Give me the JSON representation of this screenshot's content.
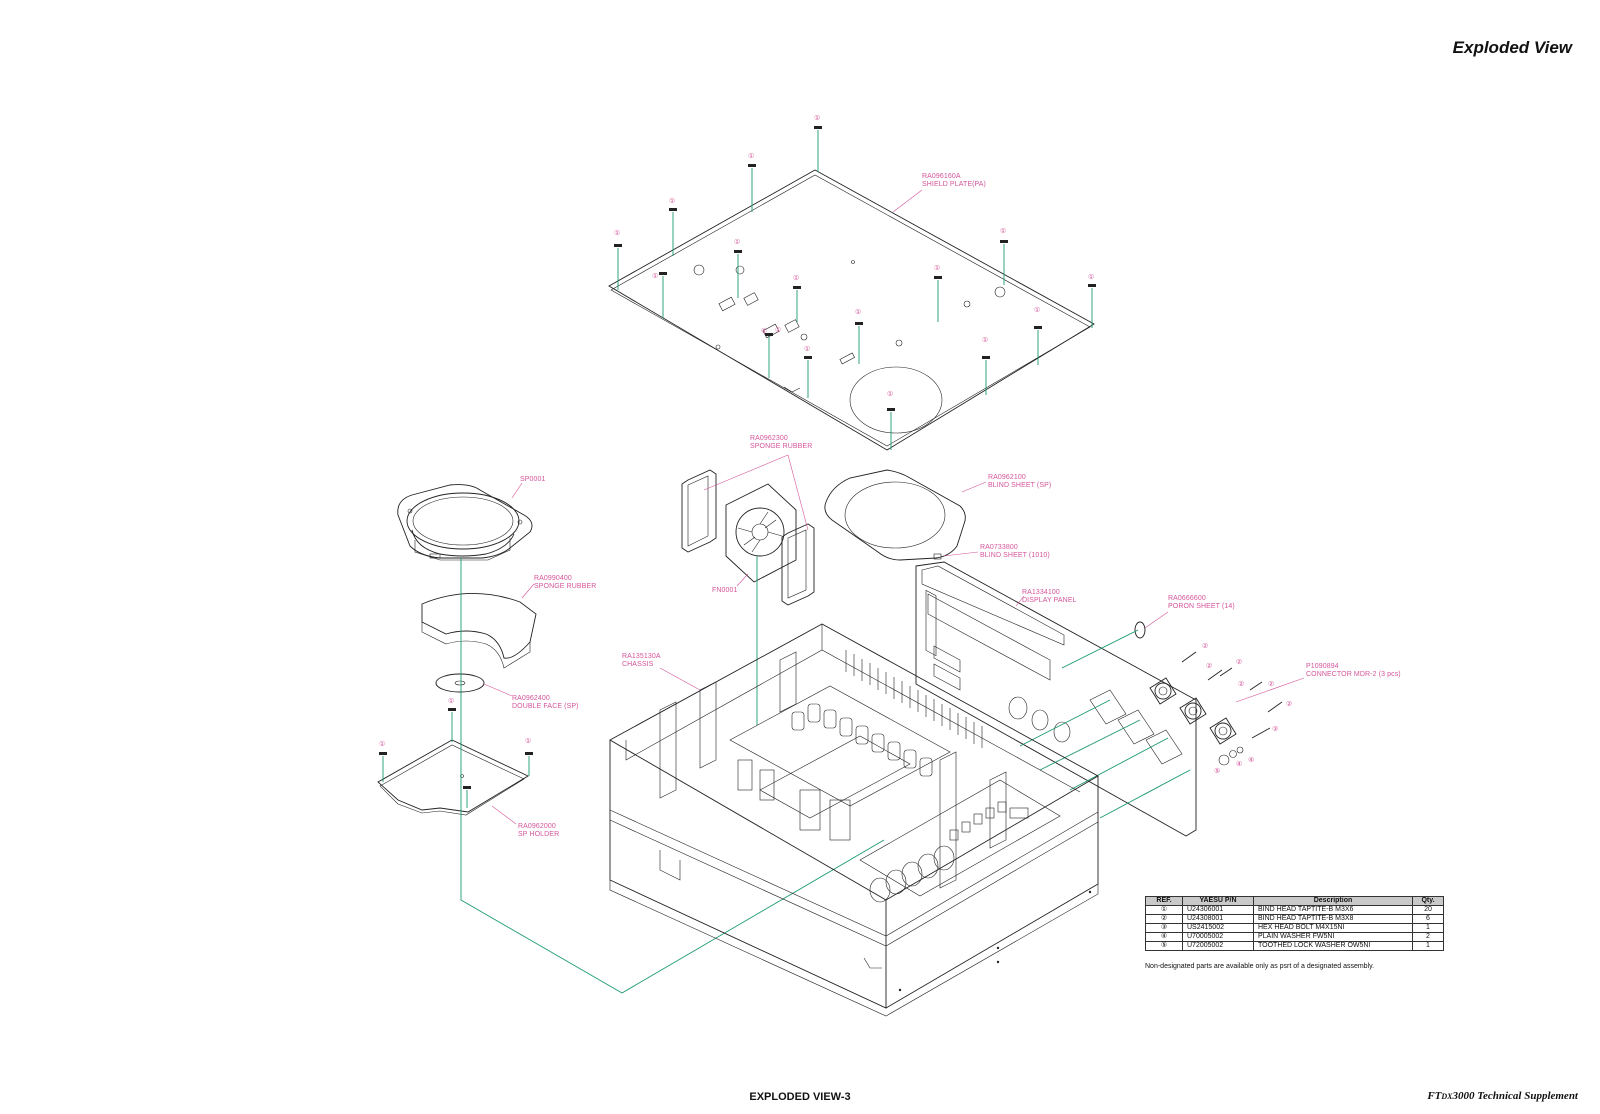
{
  "header": {
    "title": "Exploded View"
  },
  "footer": {
    "center": "EXPLODED VIEW-3",
    "brand_prefix": "FT",
    "brand_small": "DX",
    "brand_suffix": "3000 Technical Supplement"
  },
  "labels": {
    "shield_plate_pn": "RA096160A",
    "shield_plate_name": "SHIELD PLATE(PA)",
    "sponge_rubber_top_pn": "RA0962300",
    "sponge_rubber_top_name": "SPONGE RUBBER",
    "blind_sheet_sp_pn": "RA0962100",
    "blind_sheet_sp_name": "BLIND SHEET (SP)",
    "blind_sheet_1010_pn": "RA0733800",
    "blind_sheet_1010_name": "BLIND SHEET (1010)",
    "speaker": "SP0001",
    "fan": "FN0001",
    "sponge_rubber_sp_pn": "RA0990400",
    "sponge_rubber_sp_name": "SPONGE RUBBER",
    "display_panel_pn": "RA1334100",
    "display_panel_name": "DISPLAY PANEL",
    "poron_sheet_pn": "RA0666600",
    "poron_sheet_name": "PORON SHEET (14)",
    "chassis_pn": "RA135130A",
    "chassis_name": "CHASSIS",
    "connector_pn": "P1090894",
    "connector_name": "CONNECTOR MDR-2 (3 pcs)",
    "double_face_pn": "RA0962400",
    "double_face_name": "DOUBLE FACE (SP)",
    "sp_holder_pn": "RA0962000",
    "sp_holder_name": "SP HOLDER"
  },
  "callouts": {
    "c1": "①",
    "c2": "②",
    "c3": "③",
    "c4": "④",
    "c5": "⑤"
  },
  "parts_table": {
    "headers": [
      "REF.",
      "YAESU P/N",
      "Description",
      "Qty."
    ],
    "rows": [
      {
        "ref": "①",
        "pn": "U24306001",
        "desc": "BIND HEAD TAPTITE-B M3X6",
        "qty": "20"
      },
      {
        "ref": "②",
        "pn": "U24308001",
        "desc": "BIND HEAD TAPTITE-B M3X8",
        "qty": "6"
      },
      {
        "ref": "③",
        "pn": "US2415002",
        "desc": "HEX HEAD BOLT M4X15NI",
        "qty": "1"
      },
      {
        "ref": "④",
        "pn": "U70005002",
        "desc": "PLAIN WASHER FW5NI",
        "qty": "2"
      },
      {
        "ref": "⑤",
        "pn": "U72005002",
        "desc": "TOOTHED LOCK WASHER OW5NI",
        "qty": "1"
      }
    ],
    "note": "Non-designated parts are available only as psrt of a designated assembly."
  }
}
